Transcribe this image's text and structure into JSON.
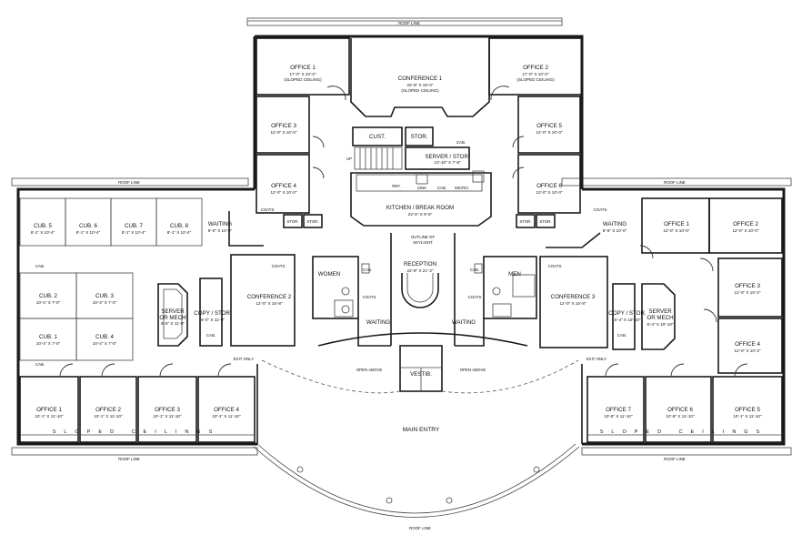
{
  "labels": {
    "roof_line_top": "ROOF LINE",
    "roof_line_left": "ROOF LINE",
    "roof_line_right": "ROOF LINE",
    "roof_line_bl": "ROOF LINE",
    "roof_line_br": "ROOF LINE",
    "roof_line_bottom": "ROOF LINE",
    "main_entry": "MAIN ENTRY",
    "vestib": "VESTIB.",
    "open_above_l": "OPEN ABOVE",
    "open_above_r": "OPEN ABOVE",
    "sloped_l": "SLOPED CEILINGS",
    "sloped_r": "SLOPED CEILINGS",
    "exit_l": "EXIT ONLY",
    "exit_r": "EXIT ONLY",
    "skylight_1": "OUTLINE OF",
    "skylight_2": "SKYLIGHT",
    "up": "UP",
    "ref": "REF.",
    "sink": "SINK",
    "cab": "CAB.",
    "micro": "MICRO.",
    "cab_a": "CAB.",
    "cab_b": "CAB.",
    "cab_c": "CAB.",
    "cab_d": "CAB.",
    "cab_e": "CAB.",
    "cab_f": "CAB.",
    "cab_g": "CAB.",
    "coats_1": "COATS",
    "coats_2": "COATS",
    "coats_3": "COATS",
    "coats_4": "COATS",
    "coats_5": "COATS",
    "coats_6": "COATS",
    "stor_1": "STOR.",
    "stor_2": "STOR.",
    "stor_3": "STOR.",
    "stor_4": "STOR."
  },
  "rooms": {
    "office1_top": {
      "name": "OFFICE 1",
      "dim": "17'-0\" X 10'-0\"",
      "note": "(SLOPED CEILING)"
    },
    "conf1": {
      "name": "CONFERENCE 1",
      "dim": "23'-8\" X 15'-0\"",
      "note": "(SLOPED CEILING)"
    },
    "office2_top": {
      "name": "OFFICE 2",
      "dim": "17'-0\" X 10'-0\"",
      "note": "(SLOPED CEILING)"
    },
    "office3_top": {
      "name": "OFFICE 3",
      "dim": "12'-0\" X 10'-0\""
    },
    "office5_top": {
      "name": "OFFICE 5",
      "dim": "12'-0\" X 10'-0\""
    },
    "office4_top": {
      "name": "OFFICE 4",
      "dim": "12'-0\" X 10'-0\""
    },
    "office6_top": {
      "name": "OFFICE 6",
      "dim": "12'-0\" X 10'-0\""
    },
    "cust": {
      "name": "CUST."
    },
    "stor_top": {
      "name": "STOR."
    },
    "server_top": {
      "name": "SERVER / STOR.",
      "dim": "13'-10\" X 7'-8\""
    },
    "kitchen": {
      "name": "KITCHEN / BREAK ROOM",
      "dim": "22'-8\" X 9'-6\""
    },
    "reception": {
      "name": "RECEPTION",
      "dim": "22'-8\" X 21'-2\""
    },
    "women": {
      "name": "WOMEN"
    },
    "men": {
      "name": "MEN"
    },
    "waiting_c1": {
      "name": "WAITING"
    },
    "waiting_c2": {
      "name": "WAITING"
    },
    "conf2": {
      "name": "CONFERENCE 2",
      "dim": "12'-0\" X 15'-8\""
    },
    "conf3": {
      "name": "CONFERENCE 3",
      "dim": "12'-0\" X 15'-8\""
    },
    "waiting_l": {
      "name": "WAITING",
      "dim": "9'-0\" X 10'-0\""
    },
    "waiting_r": {
      "name": "WAITING",
      "dim": "9'-6\" X 10'-0\""
    },
    "copy_l": {
      "name": "COPY / STOR.",
      "dim": "6'-0\" X 11'-0\""
    },
    "copy_r": {
      "name": "COPY / STOR.",
      "dim": "6'-4\" X 10'-10\""
    },
    "server_l": {
      "name": "SERVER",
      "name2": "OR MECH",
      "dim": "5'-6\" X 11'-0\""
    },
    "server_r": {
      "name": "SERVER",
      "name2": "OR MECH",
      "dim": "6'-4\" X 10'-10\""
    },
    "cub5": {
      "name": "CUB. 5",
      "dim": "8'-1\" X 10'-4\""
    },
    "cub6": {
      "name": "CUB. 6",
      "dim": "8'-1\" X 10'-4\""
    },
    "cub7": {
      "name": "CUB. 7",
      "dim": "8'-1\" X 10'-4\""
    },
    "cub8": {
      "name": "CUB. 8",
      "dim": "8'-1\" X 10'-4\""
    },
    "cub2": {
      "name": "CUB. 2",
      "dim": "10'-4\" X 7'-0\""
    },
    "cub3": {
      "name": "CUB. 3",
      "dim": "10'-4\" X 7'-0\""
    },
    "cub1": {
      "name": "CUB. 1",
      "dim": "10'-4\" X 7'-0\""
    },
    "cub4": {
      "name": "CUB. 4",
      "dim": "10'-4\" X 7'-0\""
    },
    "office1_l": {
      "name": "OFFICE 1",
      "dim": "10'-1\" X 11'-10\""
    },
    "office2_l": {
      "name": "OFFICE 2",
      "dim": "10'-1\" X 11'-10\""
    },
    "office3_l": {
      "name": "OFFICE 3",
      "dim": "10'-1\" X 11'-10\""
    },
    "office4_l": {
      "name": "OFFICE 4",
      "dim": "10'-1\" X 11'-10\""
    },
    "office1_r": {
      "name": "OFFICE 1",
      "dim": "12'-0\" X 10'-0\""
    },
    "office2_r": {
      "name": "OFFICE 2",
      "dim": "12'-0\" X 10'-0\""
    },
    "office3_r": {
      "name": "OFFICE 3",
      "dim": "12'-0\" X 10'-2\""
    },
    "office4_r": {
      "name": "OFFICE 4",
      "dim": "12'-0\" X 10'-2\""
    },
    "office5_r": {
      "name": "OFFICE 5",
      "dim": "10'-1\" X 11'-10\""
    },
    "office6_r": {
      "name": "OFFICE 6",
      "dim": "10'-8\" X 11'-10\""
    },
    "office7_r": {
      "name": "OFFICE 7",
      "dim": "10'-8\" X 11'-10\""
    }
  }
}
